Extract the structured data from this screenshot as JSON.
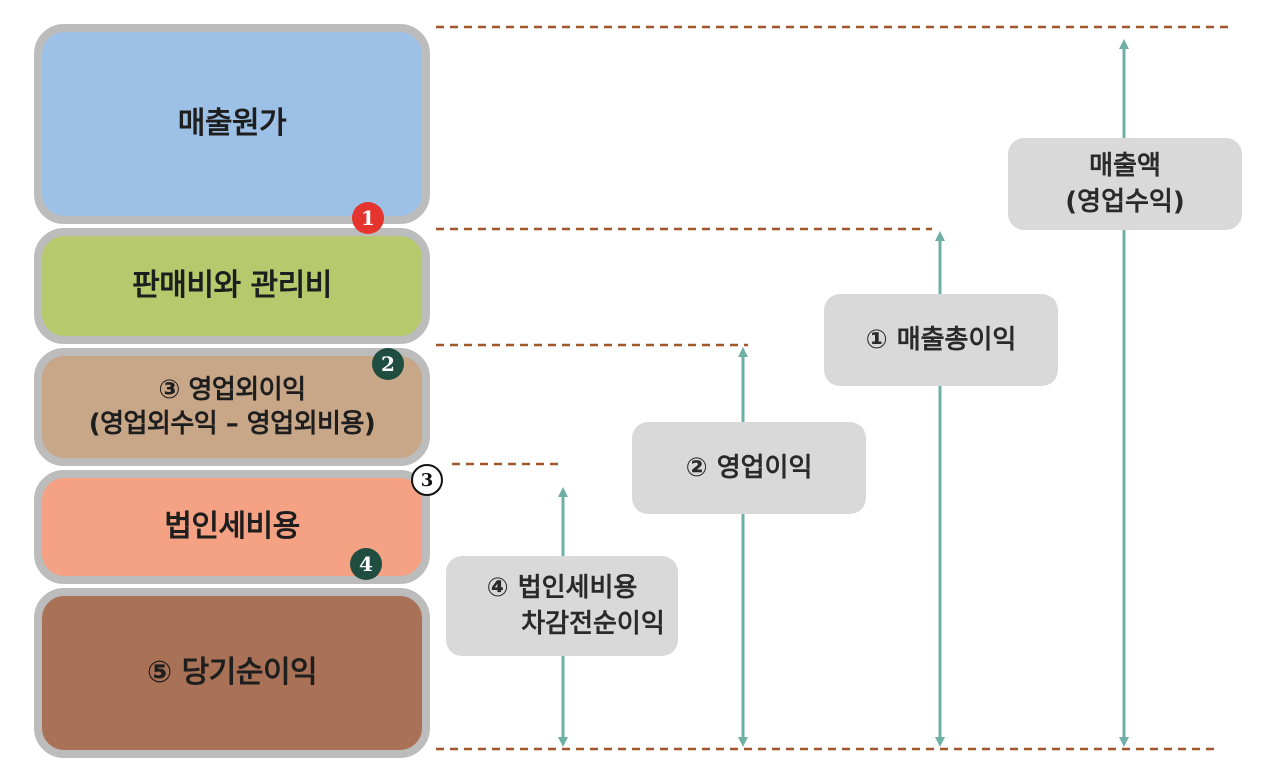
{
  "colors": {
    "cost_of_sales": "#9dc1e6",
    "sga": "#b7c96c",
    "non_operating": "#c8a688",
    "tax": "#f4a283",
    "net_income": "#a97155",
    "arrow": "#6fb0a6",
    "dashed": "#a0572a",
    "label_bg": "#d9d9d9"
  },
  "blocks": {
    "cost_of_sales": "매출원가",
    "sga": "판매비와 관리비",
    "non_operating_line1": "③ 영업외이익",
    "non_operating_line2": "(영업외수익 – 영업외비용)",
    "tax": "법인세비용",
    "net_income": "⑤ 당기순이익"
  },
  "badges": {
    "b1": "1",
    "b2": "2",
    "b3": "3",
    "b4": "4"
  },
  "labels": {
    "revenue_line1": "매출액",
    "revenue_line2": "(영업수익)",
    "gross_profit": "① 매출총이익",
    "operating_profit": "② 영업이익",
    "pretax_line1": "④ 법인세비용",
    "pretax_line2": "차감전순이익"
  }
}
